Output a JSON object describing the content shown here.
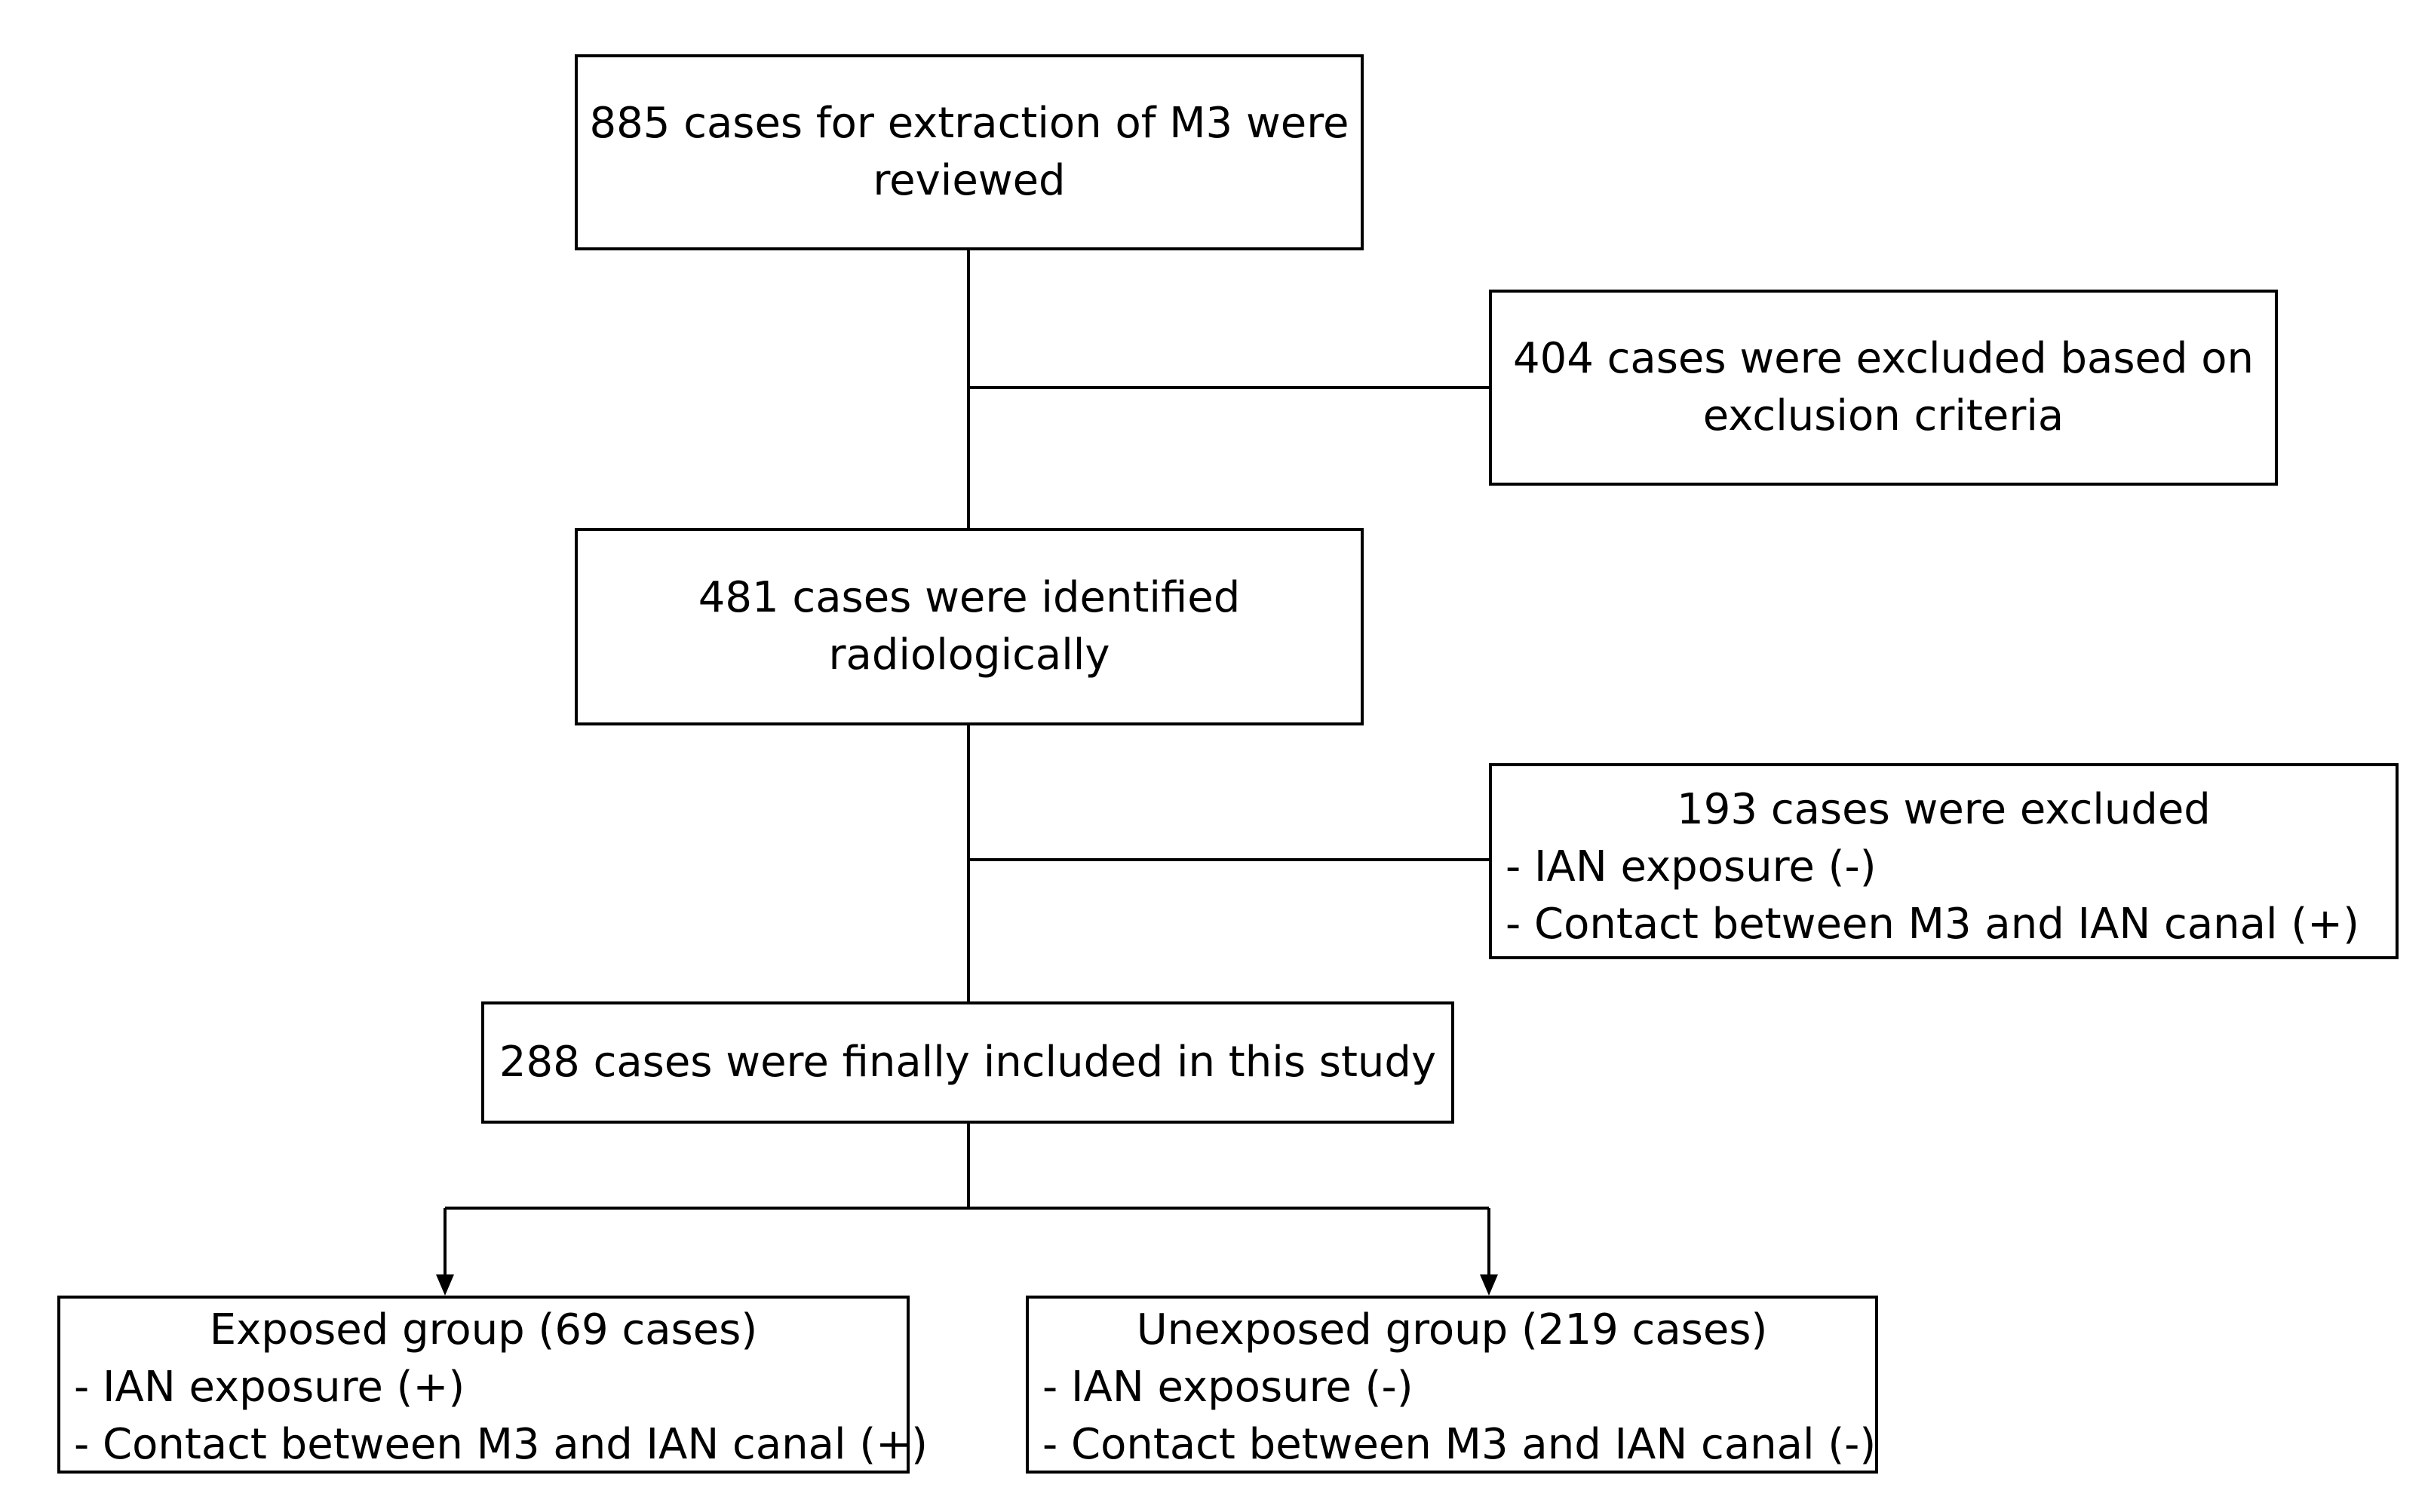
{
  "boxes": {
    "reviewed": {
      "line1": "885 cases for extraction of M3 were",
      "line2": "reviewed"
    },
    "excluded_criteria": {
      "line1": "404 cases were excluded based on",
      "line2": "exclusion criteria"
    },
    "identified": {
      "line1": "481 cases were identified",
      "line2": "radiologically"
    },
    "excluded_193": {
      "title": "193 cases were excluded",
      "items": [
        "- IAN exposure (-)",
        "- Contact between M3 and IAN canal (+)"
      ]
    },
    "included": {
      "text": "288 cases were finally included in this study"
    },
    "exposed": {
      "title": "Exposed group (69 cases)",
      "items": [
        "- IAN exposure (+)",
        "- Contact between M3 and IAN canal (+)"
      ]
    },
    "unexposed": {
      "title": "Unexposed group (219 cases)",
      "items": [
        "- IAN exposure (-)",
        "- Contact between M3 and IAN canal (-)"
      ]
    }
  }
}
